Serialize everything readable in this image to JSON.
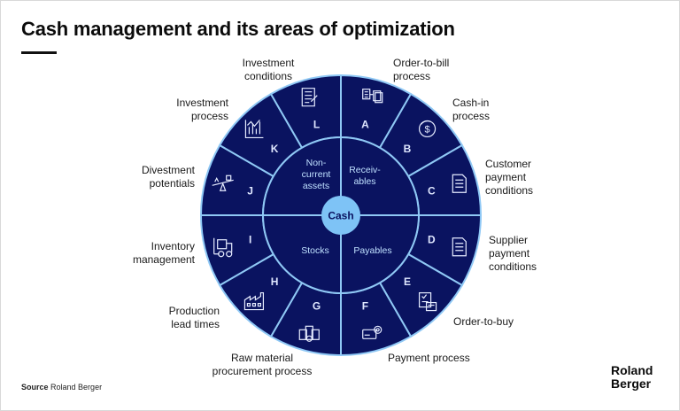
{
  "title": "Cash management and its areas of optimization",
  "center": "Cash",
  "quadrants": {
    "receivables": "Receiv-\nables",
    "payables": "Payables",
    "stocks": "Stocks",
    "noncurrent": "Non-\ncurrent\nassets"
  },
  "segments": [
    {
      "letter": "A",
      "label": "Order-to-bill\nprocess",
      "icon": "documents-icon"
    },
    {
      "letter": "B",
      "label": "Cash-in\nprocess",
      "icon": "dollar-coin-icon"
    },
    {
      "letter": "C",
      "label": "Customer\npayment\nconditions",
      "icon": "document-icon"
    },
    {
      "letter": "D",
      "label": "Supplier\npayment\nconditions",
      "icon": "document-icon"
    },
    {
      "letter": "E",
      "label": "Order-to-buy",
      "icon": "checklist-icon"
    },
    {
      "letter": "F",
      "label": "Payment process",
      "icon": "card-gear-icon"
    },
    {
      "letter": "G",
      "label": "Raw material\nprocurement process",
      "icon": "materials-icon"
    },
    {
      "letter": "H",
      "label": "Production\nlead times",
      "icon": "factory-icon"
    },
    {
      "letter": "I",
      "label": "Inventory\nmanagement",
      "icon": "forklift-icon"
    },
    {
      "letter": "J",
      "label": "Divestment\npotentials",
      "icon": "seesaw-icon"
    },
    {
      "letter": "K",
      "label": "Investment\nprocess",
      "icon": "bar-chart-icon"
    },
    {
      "letter": "L",
      "label": "Investment\nconditions",
      "icon": "contract-icon"
    }
  ],
  "source": {
    "label": "Source",
    "text": "Roland Berger"
  },
  "logo": "Roland\nBerger",
  "colors": {
    "navy": "#0a1360",
    "light": "#7ec3f6",
    "line": "#8fc8f5"
  }
}
